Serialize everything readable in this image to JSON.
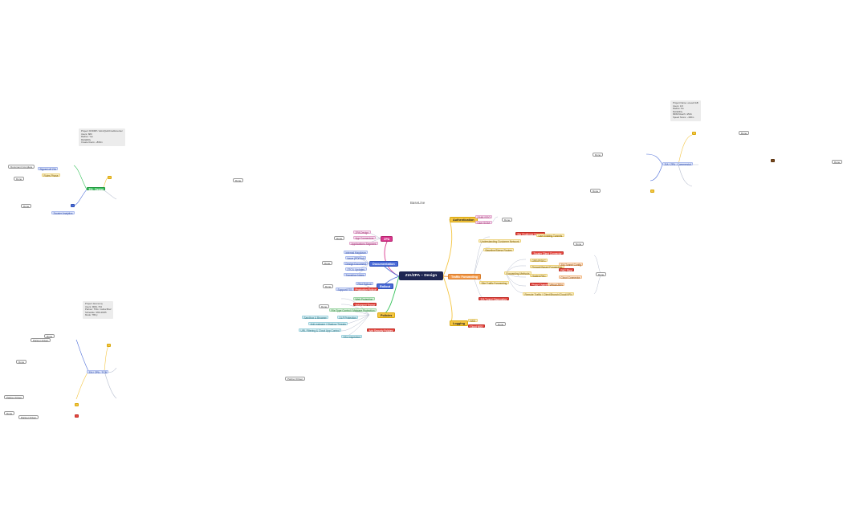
{
  "title": "ZIA/ZPA – Design",
  "baseline_label": "BaseLine",
  "center_branches": {
    "zpa": "ZPA",
    "zpa_items": [
      "ZPA Design",
      "App Connectors",
      "Applications Segment"
    ],
    "documentation": "Documentation",
    "documentation_items": [
      "Internal Handover",
      "Issue (PDF/txt)",
      "Design Document",
      "ZTC/L Updates",
      "Transition Notes"
    ],
    "rollout": "Rollout",
    "rollout_items": [
      "Pilot Rollout",
      "Production Rollout",
      "Support FTE"
    ],
    "policies": "Policies",
    "policies_items": [
      "Web Protection",
      "Advanced Threat",
      "File Type Control / Malware Protection",
      "Sandbox & Browser",
      "DLP Protection",
      "Anti-malware / Shadow Threats",
      "URL Filtering & Cloud App Control",
      "Adv Security Policies",
      "SSL Inspection"
    ],
    "authentication": "Authentication",
    "auth_items": [
      "SAML/SSO",
      "User SCIM"
    ],
    "traffic_forwarding": "Traffic Forwarding",
    "traffic_items": [
      "Understanding Customer Network",
      "Baseline/Stress Routes",
      "Big Challenge Mapper",
      "Use Existing Tunnels",
      "Zscaler Client Connector",
      "Site Traffic Forwarding",
      "Forwarding Methods",
      "GRE/IPSEC",
      "Firewall Based Forwarding",
      "ZIA Tunnel Config",
      "PAC Files",
      "Hosted PAC",
      "Cloud Connector",
      "Proxy Chaining",
      "Virtual ZEN",
      "ZIA Tunnel Diagnostics",
      "Remote Traffic / Client/Branch/Cloud/VPN"
    ],
    "logging": "Logging",
    "logging_items": [
      "NSS",
      "Cloud NSS"
    ],
    "legend_done": "Done"
  },
  "cluster_top_left": {
    "note": "Project: DI/DRP / Adm/Quik/Creditcounter\nUsers: 880\nRadius: Yes\nReliability\nCreate Users: ~800m",
    "hub": "ZIA - Design",
    "left_items": [
      "Document Complete",
      "Signed-off ZIA",
      "Rules Phase",
      "Zscaler Analytics"
    ],
    "status": [
      "Done",
      "Done",
      "Done"
    ]
  },
  "cluster_top_right": {
    "note": "Project Name: eLead IAB\nUsers: 1/6\nRadius: No\nReliability\nMDM Reach: 4/Mm\nSpeed Score: ~300m",
    "hub": "ZIA / ZPA - Commercial",
    "status": [
      "Done",
      "Done",
      "Done",
      "Done"
    ]
  },
  "cluster_bottom_left": {
    "note": "Project: Economy\nUsers: MRIL 704\nPartner: TNG / Jabra Brief\nSchedule: 3/09-29/05\nMode: TBCy",
    "hub": "ZIA / ZPA - TCB",
    "status": [
      "Done",
      "Done",
      "Done"
    ],
    "labels": [
      "Partner Driven",
      "Partner Driven",
      "Partner Driven",
      "Partner Driven"
    ]
  },
  "colors": {
    "center": "#1e2552",
    "zpa": "#d9388e",
    "documentation": "#4a6bd8",
    "rollout": "#4a6bd8",
    "policies": "#f4c542",
    "authentication": "#f4c542",
    "traffic": "#f39a4a",
    "logging": "#f4c542",
    "red": "#e8473f",
    "green": "#35c25a"
  }
}
